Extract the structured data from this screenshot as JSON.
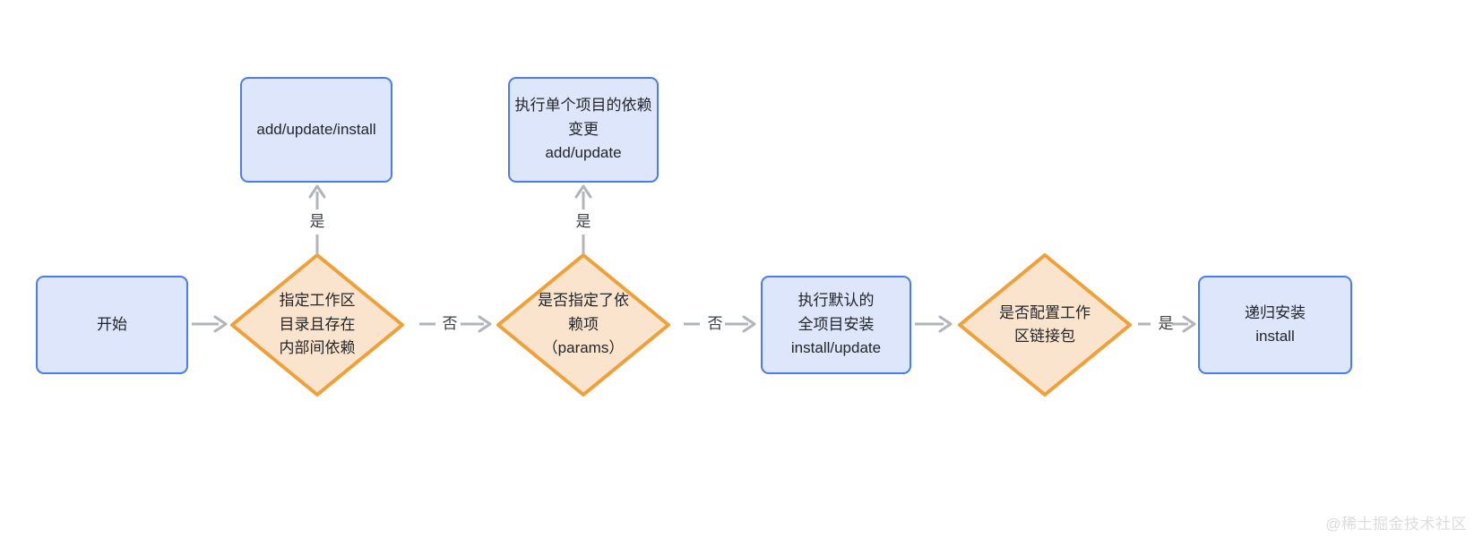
{
  "diagram": {
    "type": "flowchart",
    "direction": "left-to-right",
    "colors": {
      "process_fill": "#dde6fb",
      "process_border": "#4b7bec",
      "decision_fill": "#fbe4ce",
      "decision_border": "#efa138",
      "connector": "#b0b5bb",
      "text": "#232629",
      "watermark": "#dcdcdc"
    },
    "nodes": {
      "start": {
        "label": "开始",
        "shape": "process"
      },
      "decision_workspace": {
        "label": "指定工作区\n目录且存在\n内部间依赖",
        "shape": "decision"
      },
      "add_update_install": {
        "label": "add/update/install",
        "shape": "process"
      },
      "decision_deps": {
        "label": "是否指定了依\n赖项\n（params）",
        "shape": "decision"
      },
      "single_project": {
        "label": "执行单个项目的依赖\n变更\nadd/update",
        "shape": "process"
      },
      "default_install": {
        "label": "执行默认的\n全项目安装\ninstall/update",
        "shape": "process"
      },
      "decision_link": {
        "label": "是否配置工作\n区链接包",
        "shape": "decision"
      },
      "recursive_install": {
        "label": "递归安装\ninstall",
        "shape": "process"
      }
    },
    "edges": [
      {
        "from": "start",
        "to": "decision_workspace",
        "label": ""
      },
      {
        "from": "decision_workspace",
        "to": "add_update_install",
        "label": "是"
      },
      {
        "from": "decision_workspace",
        "to": "decision_deps",
        "label": "否"
      },
      {
        "from": "decision_deps",
        "to": "single_project",
        "label": "是"
      },
      {
        "from": "decision_deps",
        "to": "default_install",
        "label": "否"
      },
      {
        "from": "default_install",
        "to": "decision_link",
        "label": ""
      },
      {
        "from": "decision_link",
        "to": "recursive_install",
        "label": "是"
      }
    ]
  },
  "watermark": {
    "text": "@稀土掘金技术社区"
  }
}
